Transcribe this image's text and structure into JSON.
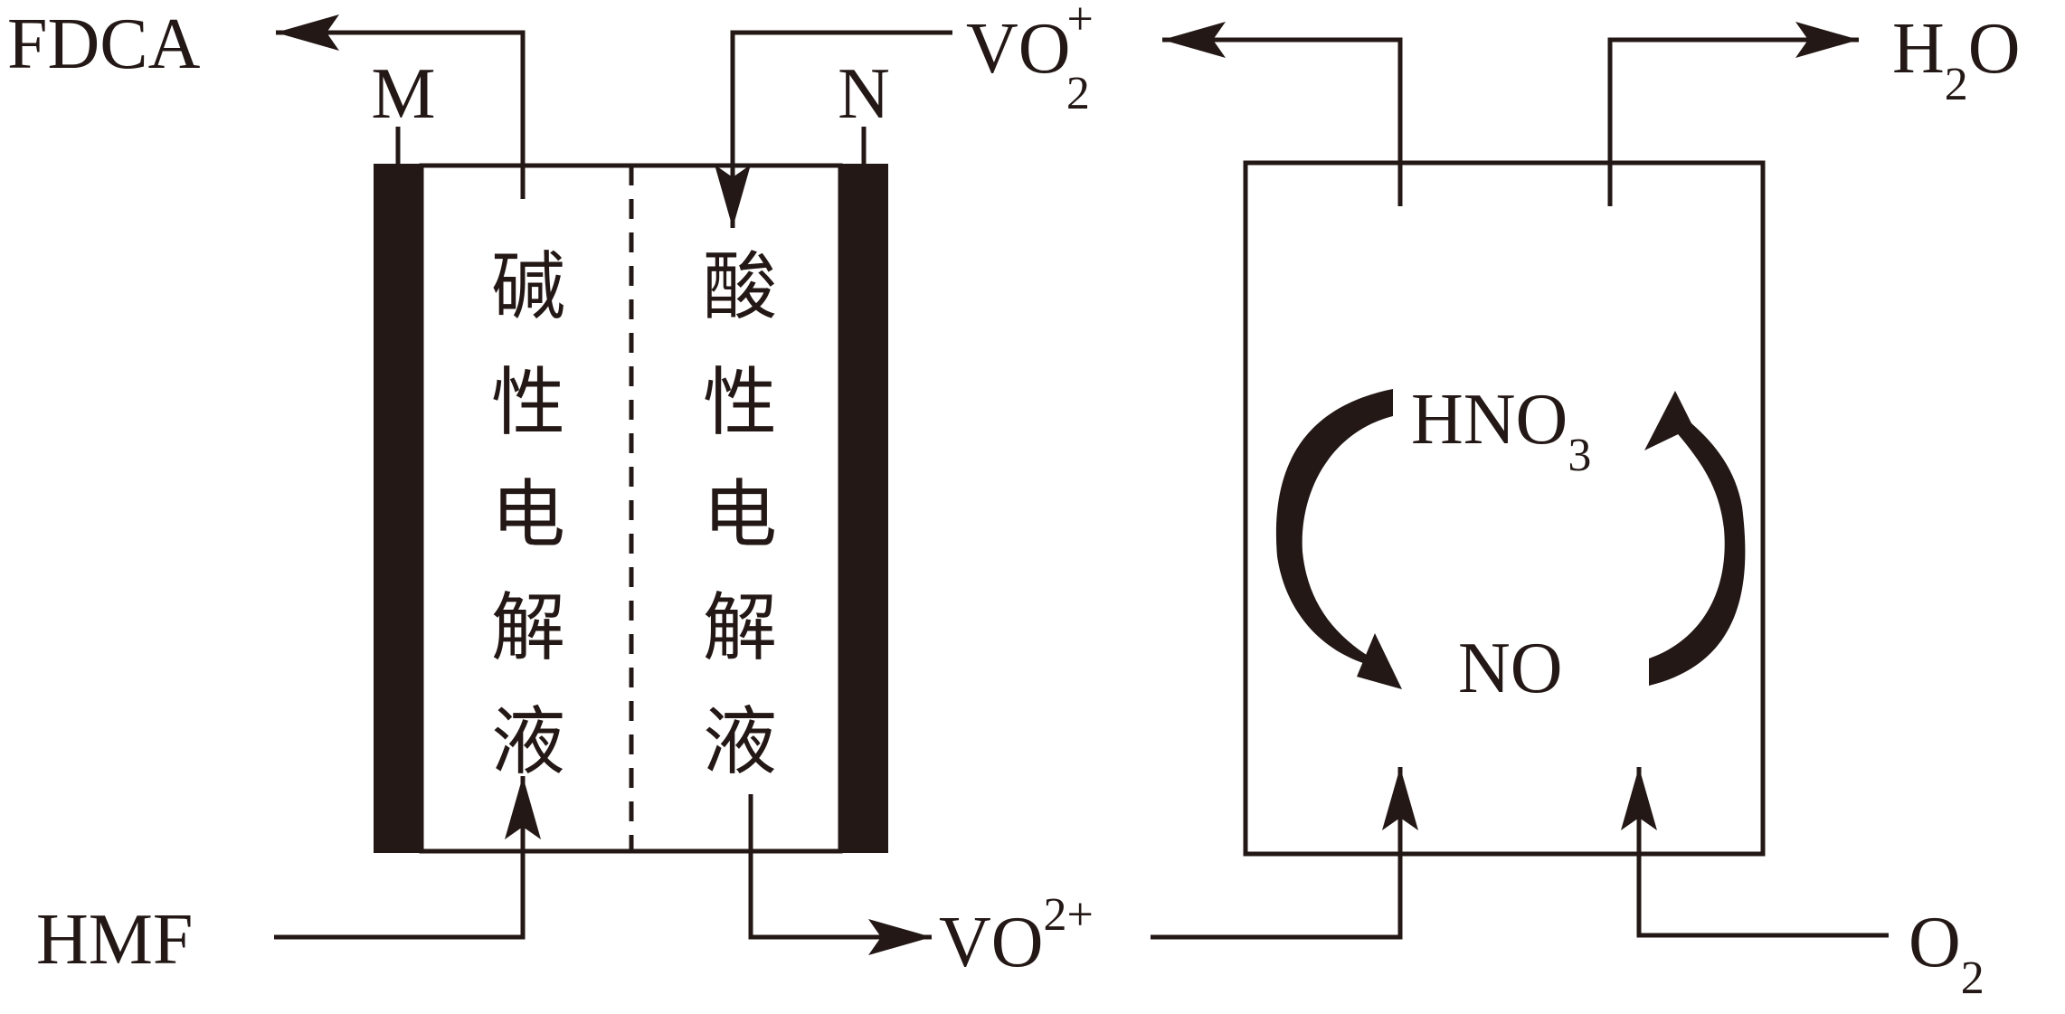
{
  "labels": {
    "fdca": "FDCA",
    "electrode_m": "M",
    "electrode_n": "N",
    "hmf": "HMF",
    "vo2_plus_base": "VO",
    "vo2_plus_sub": "2",
    "vo2_plus_sup": "+",
    "vo2plus_base": "VO",
    "vo2plus_sup": "2+",
    "h2o_h": "H",
    "h2o_sub": "2",
    "h2o_o": "O",
    "o2_base": "O",
    "o2_sub": "2",
    "hno3_base": "HNO",
    "hno3_sub": "3",
    "no": "NO"
  },
  "electrolytes": {
    "left_chars": [
      "碱",
      "性",
      "电",
      "解",
      "液"
    ],
    "right_chars": [
      "酸",
      "性",
      "电",
      "解",
      "液"
    ]
  },
  "colors": {
    "stroke": "#231815",
    "background": "#ffffff"
  }
}
